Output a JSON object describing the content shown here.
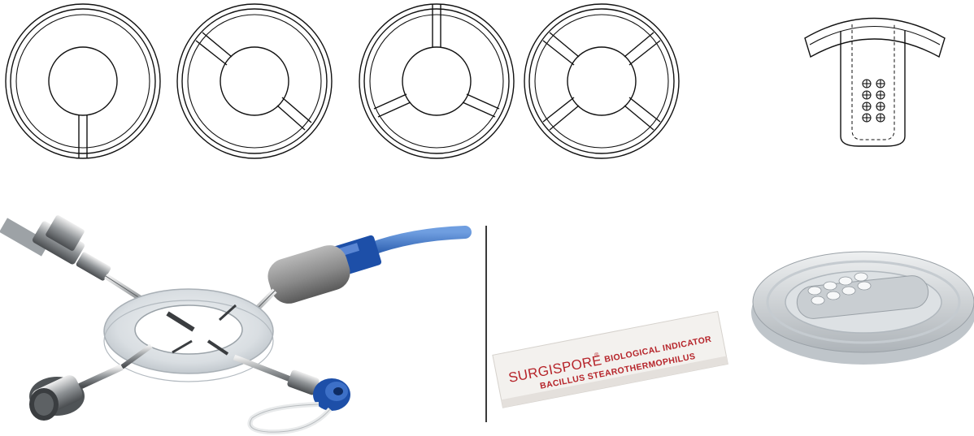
{
  "indicator_label": {
    "brand": "SURGISPORE",
    "trademark": "®",
    "title": "BIOLOGICAL INDICATOR",
    "organism": "BACILLUS STEAROTHERMOPHILUS"
  },
  "colors": {
    "line_art": "#111111",
    "label_text": "#b6242a",
    "cable": "#2c5fb0",
    "connector_cap": "#1d4fa8",
    "silicone_ring": "#d8dde2"
  }
}
